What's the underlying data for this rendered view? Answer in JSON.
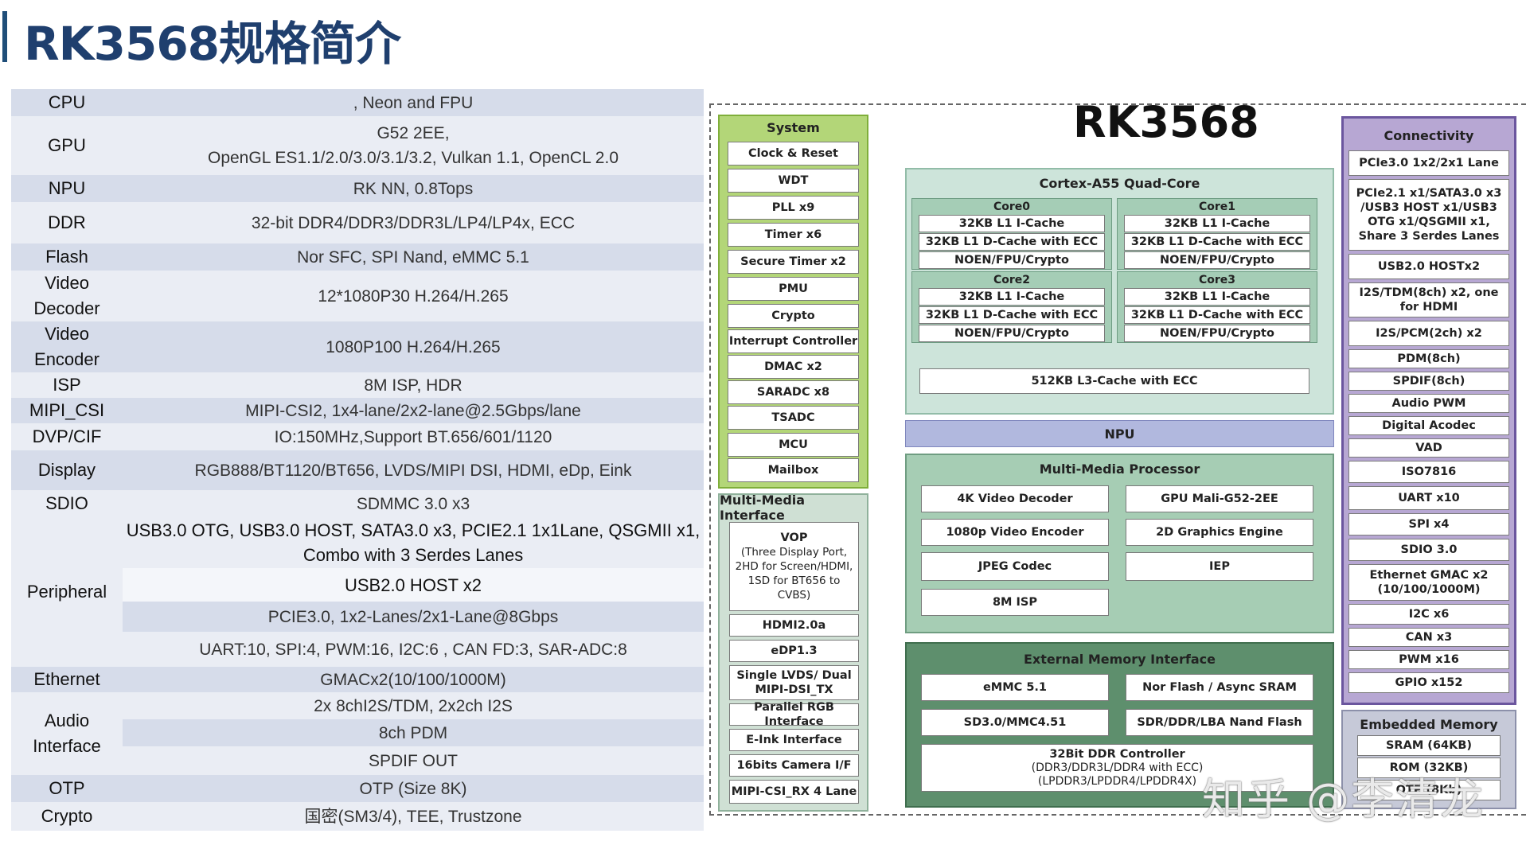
{
  "title": "RK3568规格简介",
  "spec": {
    "cpu": {
      "label": "CPU",
      "value": ", Neon and FPU"
    },
    "gpu": {
      "label": "GPU",
      "value1": "G52 2EE,",
      "value2": "OpenGL ES1.1/2.0/3.0/3.1/3.2, Vulkan 1.1, OpenCL 2.0"
    },
    "npu": {
      "label": "NPU",
      "value": "RK NN, 0.8Tops"
    },
    "ddr": {
      "label": "DDR",
      "value": "32-bit DDR4/DDR3/DDR3L/LP4/LP4x, ECC"
    },
    "flash": {
      "label": "Flash",
      "value": "Nor SFC, SPI Nand, eMMC 5.1"
    },
    "video_decoder": {
      "label1": "Video",
      "label2": "Decoder",
      "value": "12*1080P30 H.264/H.265"
    },
    "video_encoder": {
      "label1": "Video",
      "label2": "Encoder",
      "value": "1080P100 H.264/H.265"
    },
    "isp": {
      "label": "ISP",
      "value": "8M ISP, HDR"
    },
    "mipi_csi": {
      "label": "MIPI_CSI",
      "value": "MIPI-CSI2, 1x4-lane/2x2-lane@2.5Gbps/lane"
    },
    "dvp": {
      "label": "DVP/CIF",
      "value": "IO:150MHz,Support BT.656/601/1120"
    },
    "display": {
      "label": "Display",
      "value": "RGB888/BT1120/BT656,  LVDS/MIPI DSI, HDMI, eDp, Eink"
    },
    "sdio": {
      "label": "SDIO",
      "value": "SDMMC 3.0 x3"
    },
    "peripheral": {
      "label": "Peripheral",
      "line1a": "USB3.0 OTG, USB3.0 HOST, SATA3.0 x3, PCIE2.1 1x1Lane, QSGMII x1,",
      "line1b": "Combo with 3 Serdes Lanes",
      "line2": "USB2.0 HOST x2",
      "line3": "PCIE3.0, 1x2-Lanes/2x1-Lane@8Gbps",
      "line4": "UART:10, SPI:4, PWM:16, I2C:6 , CAN FD:3, SAR-ADC:8"
    },
    "ethernet": {
      "label": "Ethernet",
      "value": "GMACx2(10/100/1000M)"
    },
    "audio": {
      "label1": "Audio",
      "label2": "Interface",
      "line1": "2x 8chI2S/TDM, 2x2ch I2S",
      "line2": "8ch PDM",
      "line3": "SPDIF OUT"
    },
    "otp": {
      "label": "OTP",
      "value": "OTP (Size 8K)"
    },
    "crypto": {
      "label": "Crypto",
      "value": "国密(SM3/4), TEE, Trustzone"
    }
  },
  "diagram": {
    "chip_name": "RK3568",
    "system": {
      "title": "System",
      "items": [
        "Clock & Reset",
        "WDT",
        "PLL x9",
        "Timer x6",
        "Secure Timer x2",
        "PMU",
        "Crypto",
        "Interrupt Controller",
        "DMAC x2",
        "SARADC x8",
        "TSADC",
        "MCU",
        "Mailbox"
      ]
    },
    "mmi": {
      "title": "Multi-Media Interface",
      "vop_title": "VOP",
      "vop_desc": "(Three Display Port, 2HD for Screen/HDMI, 1SD for BT656 to CVBS)",
      "items": [
        "HDMI2.0a",
        "eDP1.3",
        "Single  LVDS/ Dual MIPI-DSI_TX",
        "Parallel RGB Interface",
        "E-Ink Interface",
        "16bits Camera I/F",
        "MIPI-CSI_RX 4 Lane"
      ]
    },
    "cortex": {
      "title": "Cortex-A55 Quad-Core",
      "cores": [
        {
          "name": "Core0",
          "l1i": "32KB L1 I-Cache",
          "l1d": "32KB L1 D-Cache with ECC",
          "neon": "NOEN/FPU/Crypto"
        },
        {
          "name": "Core1",
          "l1i": "32KB L1 I-Cache",
          "l1d": "32KB L1 D-Cache with ECC",
          "neon": "NOEN/FPU/Crypto"
        },
        {
          "name": "Core2",
          "l1i": "32KB L1 I-Cache",
          "l1d": "32KB L1 D-Cache with ECC",
          "neon": "NOEN/FPU/Crypto"
        },
        {
          "name": "Core3",
          "l1i": "32KB L1 I-Cache",
          "l1d": "32KB L1 D-Cache with ECC",
          "neon": "NOEN/FPU/Crypto"
        }
      ],
      "l3": "512KB L3-Cache with ECC"
    },
    "npu": "NPU",
    "mmp": {
      "title": "Multi-Media Processor",
      "items": [
        "4K Video  Decoder",
        "GPU Mali-G52-2EE",
        "1080p Video  Encoder",
        "2D Graphics Engine",
        "JPEG Codec",
        "IEP",
        "8M ISP"
      ]
    },
    "emi": {
      "title": "External Memory Interface",
      "items": [
        "eMMC 5.1",
        "Nor Flash / Async SRAM",
        "SD3.0/MMC4.51",
        "SDR/DDR/LBA Nand Flash"
      ],
      "ddr_title": "32Bit DDR Controller",
      "ddr_line1": "(DDR3/DDR3L/DDR4 with ECC)",
      "ddr_line2": "(LPDDR3/LPDDR4/LPDDR4X)"
    },
    "connectivity": {
      "title": "Connectivity",
      "items": [
        "PCIe3.0 1x2/2x1 Lane",
        "PCIe2.1 x1/SATA3.0 x3 /USB3 HOST x1/USB3 OTG x1/QSGMII x1, Share 3 Serdes Lanes",
        "USB2.0 HOSTx2",
        "I2S/TDM(8ch) x2, one for HDMI",
        "I2S/PCM(2ch) x2",
        "PDM(8ch)",
        "SPDIF(8ch)",
        "Audio PWM",
        "Digital Acodec",
        "VAD",
        "ISO7816",
        "UART x10",
        "SPI x4",
        "SDIO 3.0",
        "Ethernet GMAC x2 (10/100/1000M)",
        "I2C x6",
        "CAN x3",
        "PWM x16",
        "GPIO x152"
      ]
    },
    "embedded": {
      "title": "Embedded Memory",
      "items": [
        "SRAM (64KB)",
        "ROM (32KB)",
        "OTP (8Kb)"
      ]
    }
  },
  "watermark": "知乎 @李清龙"
}
